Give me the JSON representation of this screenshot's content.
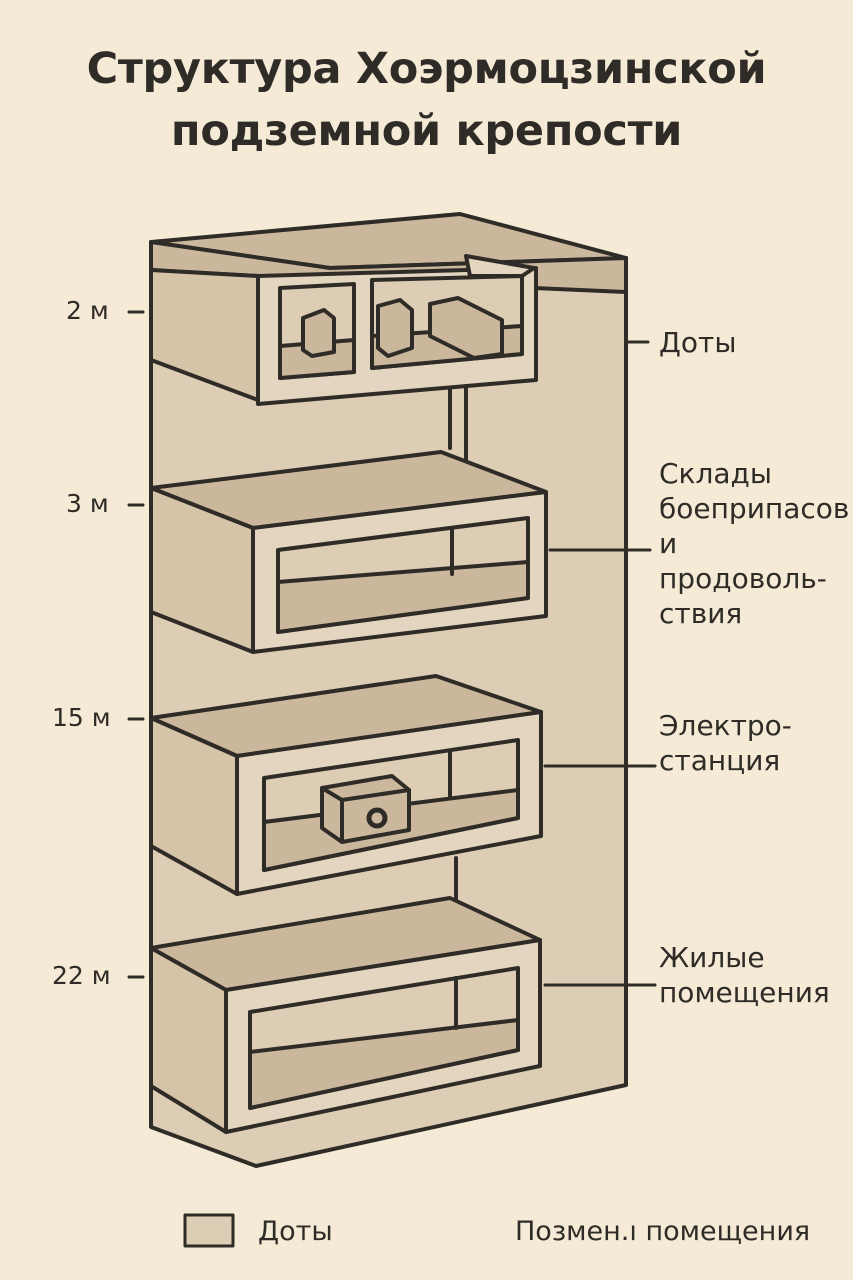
{
  "title_line1": "Структура Хоэрмоцзинской",
  "title_line2": "подземной крепости",
  "colors": {
    "background": "#f5ead6",
    "wall_front": "#ddcdb4",
    "wall_top": "#cbb79c",
    "wall_side": "#e3d5bf",
    "outline": "#2f2c28"
  },
  "levels": [
    {
      "depth": "2 м",
      "label": "Доты"
    },
    {
      "depth": "3 м",
      "label": "Склады\nбоеприпасов\nи\nпродоволь-\nствия"
    },
    {
      "depth": "15 м",
      "label": "Электро-\nстанция"
    },
    {
      "depth": "22 м",
      "label": "Жилые\nпомещения"
    }
  ],
  "legend": {
    "item1": "Доты",
    "item2": "Позмен.ı помещения"
  }
}
